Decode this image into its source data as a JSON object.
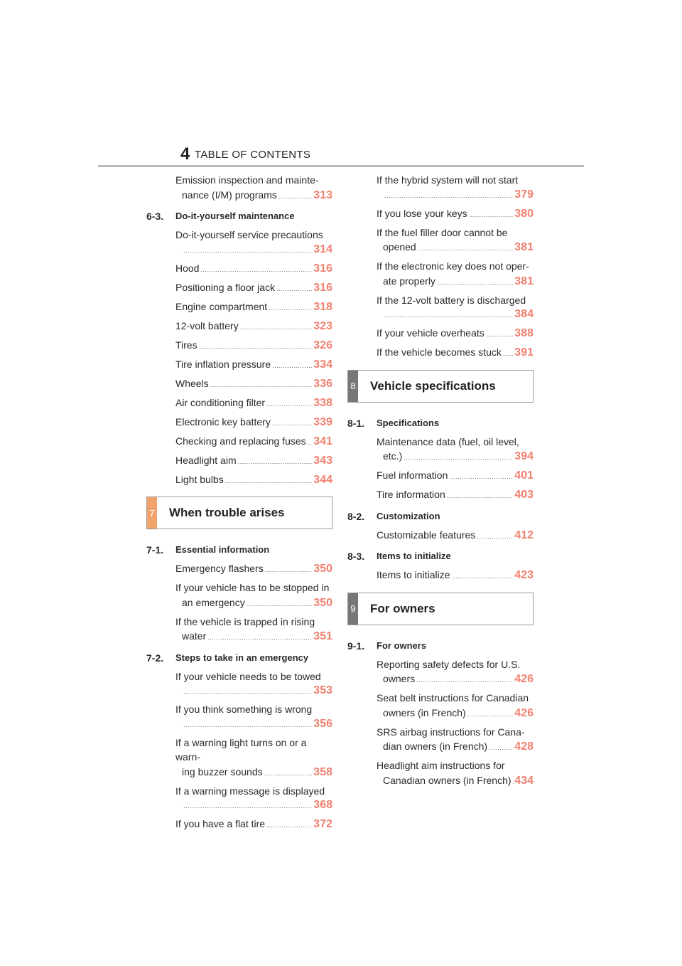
{
  "header": {
    "page_number": "4",
    "title": "TABLE OF CONTENTS"
  },
  "left": {
    "intro_entries": [
      {
        "line1": "Emission inspection and mainte-",
        "line2": "nance (I/M) programs",
        "page": "313"
      }
    ],
    "section_6_3": {
      "number": "6-3.",
      "name": "Do-it-yourself maintenance",
      "entries": [
        {
          "line1": "Do-it-yourself service precautions",
          "line2": "",
          "page": "314"
        },
        {
          "line1": "",
          "line2": "Hood",
          "page": "316"
        },
        {
          "line1": "",
          "line2": "Positioning a floor jack",
          "page": "316"
        },
        {
          "line1": "",
          "line2": "Engine compartment",
          "page": "318"
        },
        {
          "line1": "",
          "line2": "12-volt battery",
          "page": "323"
        },
        {
          "line1": "",
          "line2": "Tires",
          "page": "326"
        },
        {
          "line1": "",
          "line2": "Tire inflation pressure",
          "page": "334"
        },
        {
          "line1": "",
          "line2": "Wheels",
          "page": "336"
        },
        {
          "line1": "",
          "line2": "Air conditioning filter",
          "page": "338"
        },
        {
          "line1": "",
          "line2": "Electronic key battery",
          "page": "339"
        },
        {
          "line1": "",
          "line2": "Checking and replacing fuses",
          "page": "341"
        },
        {
          "line1": "",
          "line2": "Headlight aim",
          "page": "343"
        },
        {
          "line1": "",
          "line2": "Light bulbs",
          "page": "344"
        }
      ]
    },
    "chapter_7": {
      "number": "7",
      "title": "When trouble arises"
    },
    "section_7_1": {
      "number": "7-1.",
      "name": "Essential information",
      "entries": [
        {
          "line1": "",
          "line2": "Emergency flashers",
          "page": "350"
        },
        {
          "line1": "If your vehicle has to be stopped in",
          "line2": "an emergency",
          "page": "350"
        },
        {
          "line1": "If the vehicle is trapped in rising",
          "line2": "water",
          "page": "351"
        }
      ]
    },
    "section_7_2": {
      "number": "7-2.",
      "name": "Steps to take in an emergency",
      "entries": [
        {
          "line1": "If your vehicle needs to be towed",
          "line2": "",
          "page": "353"
        },
        {
          "line1": "If you think something is wrong",
          "line2": "",
          "page": "356"
        },
        {
          "line1": "If a warning light turns on or a warn-",
          "line2": "ing buzzer sounds",
          "page": "358"
        },
        {
          "line1": "If a warning message is displayed",
          "line2": "",
          "page": "368"
        },
        {
          "line1": "",
          "line2": "If you have a flat tire",
          "page": "372"
        }
      ]
    }
  },
  "right": {
    "intro_entries": [
      {
        "line1": "If the hybrid system will not start",
        "line2": "",
        "page": "379"
      },
      {
        "line1": "",
        "line2": "If you lose your keys",
        "page": "380"
      },
      {
        "line1": "If the fuel filler door cannot be",
        "line2": "opened",
        "page": "381"
      },
      {
        "line1": "If the electronic key does not oper-",
        "line2": "ate properly",
        "page": "381"
      },
      {
        "line1": "If the 12-volt battery is discharged",
        "line2": "",
        "page": "384"
      },
      {
        "line1": "",
        "line2": "If your vehicle overheats",
        "page": "388"
      },
      {
        "line1": "",
        "line2": "If the vehicle becomes stuck",
        "page": "391"
      }
    ],
    "chapter_8": {
      "number": "8",
      "title": "Vehicle specifications"
    },
    "section_8_1": {
      "number": "8-1.",
      "name": "Specifications",
      "entries": [
        {
          "line1": "Maintenance data (fuel, oil level,",
          "line2": "etc.)",
          "page": "394"
        },
        {
          "line1": "",
          "line2": "Fuel information",
          "page": "401"
        },
        {
          "line1": "",
          "line2": "Tire information",
          "page": "403"
        }
      ]
    },
    "section_8_2": {
      "number": "8-2.",
      "name": "Customization",
      "entries": [
        {
          "line1": "",
          "line2": "Customizable features",
          "page": "412"
        }
      ]
    },
    "section_8_3": {
      "number": "8-3.",
      "name": "Items to initialize",
      "entries": [
        {
          "line1": "",
          "line2": "Items to initialize",
          "page": "423"
        }
      ]
    },
    "chapter_9": {
      "number": "9",
      "title": "For owners"
    },
    "section_9_1": {
      "number": "9-1.",
      "name": "For owners",
      "entries": [
        {
          "line1": "Reporting safety defects for U.S.",
          "line2": "owners",
          "page": "426"
        },
        {
          "line1": "Seat belt instructions for Canadian",
          "line2": "owners (in French)",
          "page": "426"
        },
        {
          "line1": "SRS airbag instructions for Cana-",
          "line2": "dian owners (in French)",
          "page": "428"
        },
        {
          "line1": "Headlight aim instructions for",
          "line2": "Canadian owners (in French)",
          "page": "434"
        }
      ]
    }
  }
}
